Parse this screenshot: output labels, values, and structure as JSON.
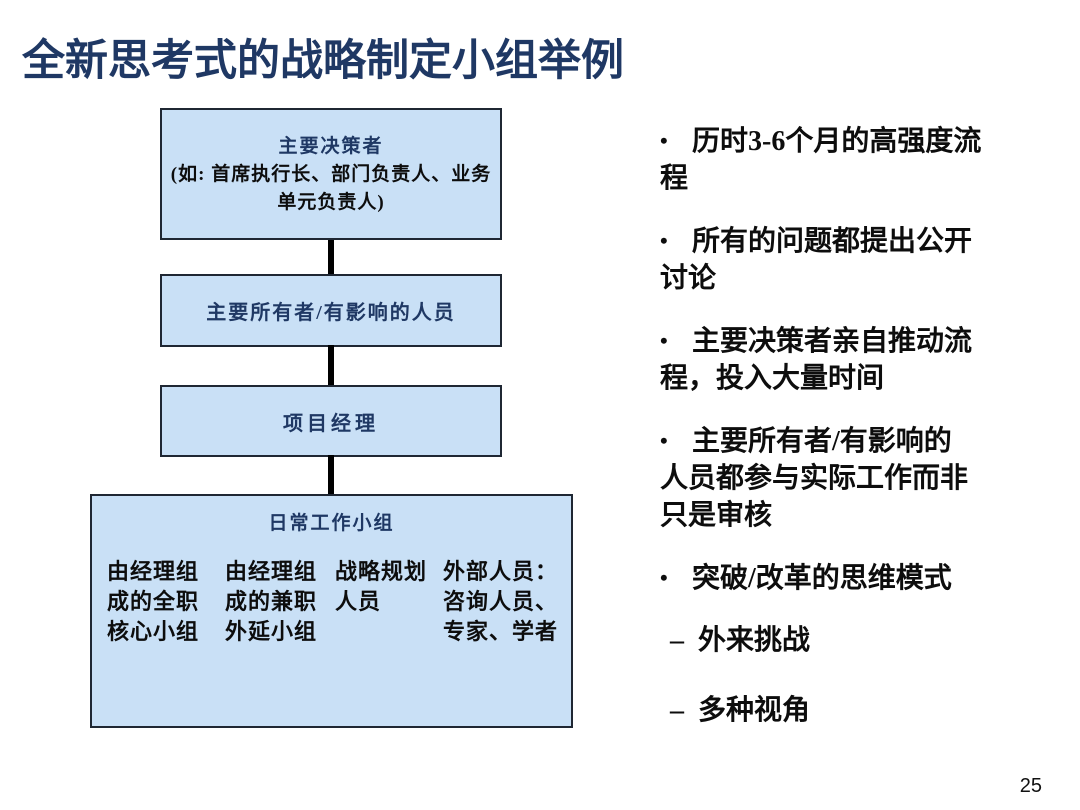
{
  "slide": {
    "title": "全新思考式的战略制定小组举例",
    "page_number": "25"
  },
  "colors": {
    "title_text": "#1f3864",
    "box_fill": "#c9e0f6",
    "box_border": "#1f2733",
    "connector": "#000000",
    "body_text": "#0d0d0d",
    "background": "#ffffff"
  },
  "diagram": {
    "boxes": [
      {
        "heading": "主要决策者",
        "body": "(如: 首席执行长、部门负责人、业务\n单元负责人)"
      },
      {
        "heading": "主要所有者/有影响的人员"
      },
      {
        "heading": "项目经理"
      },
      {
        "heading": "日常工作小组",
        "columns": [
          "由经理组\n成的全职\n核心小组",
          "由经理组\n成的兼职\n外延小组",
          "战略规划\n人员",
          "外部人员：\n咨询人员、\n专家、学者"
        ]
      }
    ]
  },
  "bullets": {
    "marker": "•",
    "sub_marker": "–",
    "items": [
      "历时3-6个月的高强度流\n程",
      "所有的问题都提出公开\n讨论",
      "主要决策者亲自推动流\n程，投入大量时间",
      "主要所有者/有影响的\n人员都参与实际工作而非\n只是审核",
      "突破/改革的思维模式"
    ],
    "sub_items": [
      "外来挑战",
      "多种视角"
    ]
  }
}
